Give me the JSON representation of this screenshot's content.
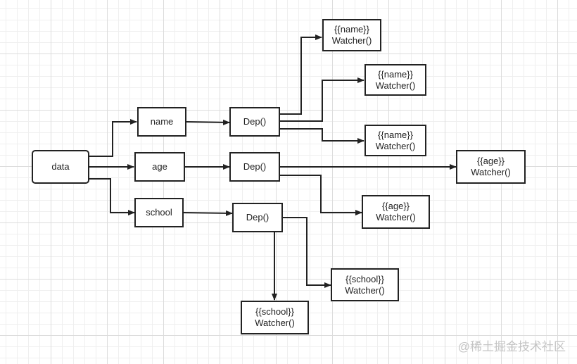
{
  "diagram": {
    "nodes": {
      "data": {
        "label": "data"
      },
      "name": {
        "label": "name"
      },
      "age": {
        "label": "age"
      },
      "school": {
        "label": "school"
      },
      "dep_name": {
        "label": "Dep()"
      },
      "dep_age": {
        "label": "Dep()"
      },
      "dep_school": {
        "label": "Dep()"
      },
      "watcher_name_1": {
        "line1": "{{name}}",
        "line2": "Watcher()"
      },
      "watcher_name_2": {
        "line1": "{{name}}",
        "line2": "Watcher()"
      },
      "watcher_name_3": {
        "line1": "{{name}}",
        "line2": "Watcher()"
      },
      "watcher_age_1": {
        "line1": "{{age}}",
        "line2": "Watcher()"
      },
      "watcher_age_2": {
        "line1": "{{age}}",
        "line2": "Watcher()"
      },
      "watcher_school_1": {
        "line1": "{{school}}",
        "line2": "Watcher()"
      },
      "watcher_school_2": {
        "line1": "{{school}}",
        "line2": "Watcher()"
      }
    },
    "edges": [
      {
        "from": "data",
        "to": "name"
      },
      {
        "from": "data",
        "to": "age"
      },
      {
        "from": "data",
        "to": "school"
      },
      {
        "from": "name",
        "to": "dep_name"
      },
      {
        "from": "age",
        "to": "dep_age"
      },
      {
        "from": "school",
        "to": "dep_school"
      },
      {
        "from": "dep_name",
        "to": "watcher_name_1"
      },
      {
        "from": "dep_name",
        "to": "watcher_name_2"
      },
      {
        "from": "dep_name",
        "to": "watcher_name_3"
      },
      {
        "from": "dep_age",
        "to": "watcher_age_1"
      },
      {
        "from": "dep_age",
        "to": "watcher_age_2"
      },
      {
        "from": "dep_school",
        "to": "watcher_school_1"
      },
      {
        "from": "dep_school",
        "to": "watcher_school_2"
      }
    ],
    "line_color": "#222222"
  },
  "watermark": "@稀土掘金技术社区"
}
